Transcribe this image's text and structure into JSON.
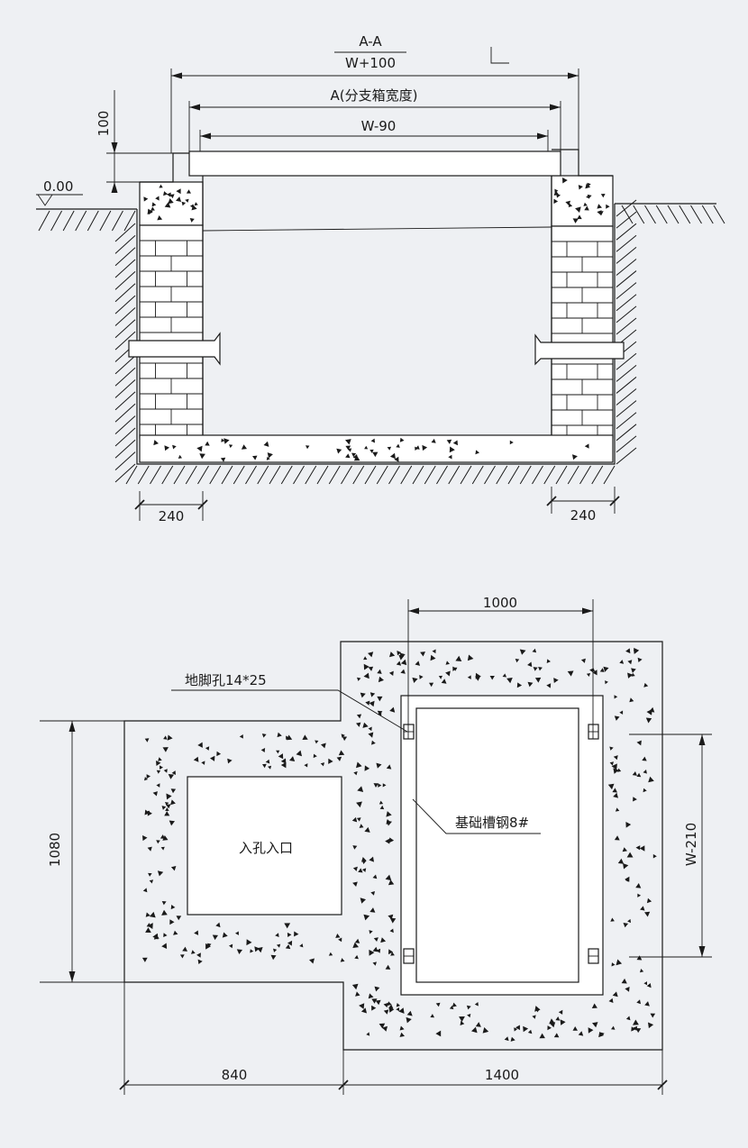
{
  "section": {
    "title": "A-A",
    "dim_total": "W+100",
    "dim_box": "A(分支箱宽度)",
    "dim_inner": "W-90",
    "dim_height": "100",
    "level": "0.00",
    "wall_left": "240",
    "wall_right": "240"
  },
  "plan": {
    "dim_top": "1000",
    "anchor_hole": "地脚孔14*25",
    "channel_steel": "基础槽钢8#",
    "manhole": "入孔入口",
    "dim_right": "W-210",
    "dim_left": "1080",
    "dim_bottom_left": "840",
    "dim_bottom_right": "1400"
  }
}
